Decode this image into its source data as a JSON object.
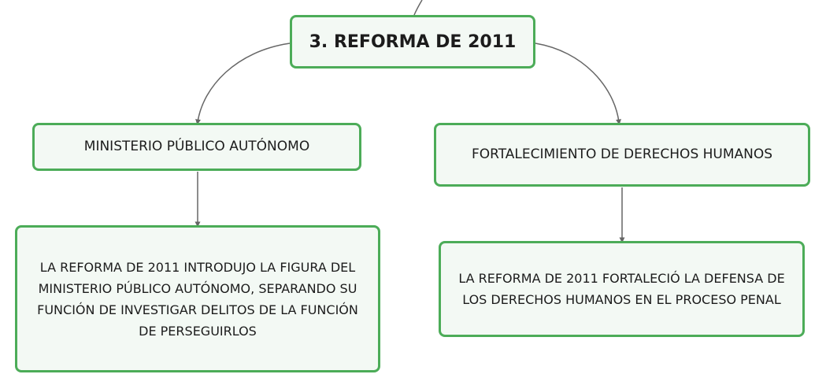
{
  "diagram": {
    "root": {
      "label": "3. REFORMA DE 2011"
    },
    "branches": [
      {
        "topic": "MINISTERIO PÚBLICO AUTÓNOMO",
        "detail": "LA REFORMA DE 2011 INTRODUJO LA FIGURA DEL MINISTERIO PÚBLICO AUTÓNOMO, SEPARANDO SU FUNCIÓN DE INVESTIGAR DELITOS DE LA FUNCIÓN DE PERSEGUIRLOS"
      },
      {
        "topic": "FORTALECIMIENTO DE DERECHOS HUMANOS",
        "detail": "LA REFORMA DE 2011 FORTALECIÓ LA DEFENSA DE LOS DERECHOS HUMANOS EN EL PROCESO PENAL"
      }
    ],
    "colors": {
      "node_border": "#4cac58",
      "node_fill": "#f3f9f4",
      "connector": "#666666",
      "text": "#1c1c1c"
    }
  }
}
